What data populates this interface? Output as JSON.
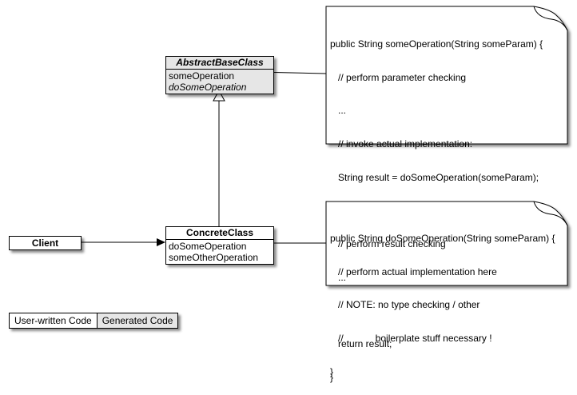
{
  "abstract_class": {
    "name": "AbstractBaseClass",
    "operations": [
      "someOperation",
      "doSomeOperation"
    ]
  },
  "concrete_class": {
    "name": "ConcreteClass",
    "operations": [
      "doSomeOperation",
      "someOtherOperation"
    ]
  },
  "client": {
    "name": "Client"
  },
  "note_top": {
    "lines": [
      "public String someOperation(String someParam) {",
      "   // perform parameter checking",
      "   ...",
      "   // invoke actual implementation:",
      "   String result = doSomeOperation(someParam);",
      "",
      "   // perform result checking",
      "   ...",
      "",
      "   return result;",
      "}"
    ]
  },
  "note_bottom": {
    "lines": [
      "public String doSomeOperation(String someParam) {",
      "   // perform actual implementation here",
      "   // NOTE: no type checking / other",
      "   //            boilerplate stuff necessary !",
      "}"
    ]
  },
  "legend": {
    "user_written": "User-written Code",
    "generated": "Generated Code"
  },
  "colors": {
    "generated_fill": "#e6e6e6",
    "user_fill": "#ffffff",
    "stroke": "#000000"
  }
}
